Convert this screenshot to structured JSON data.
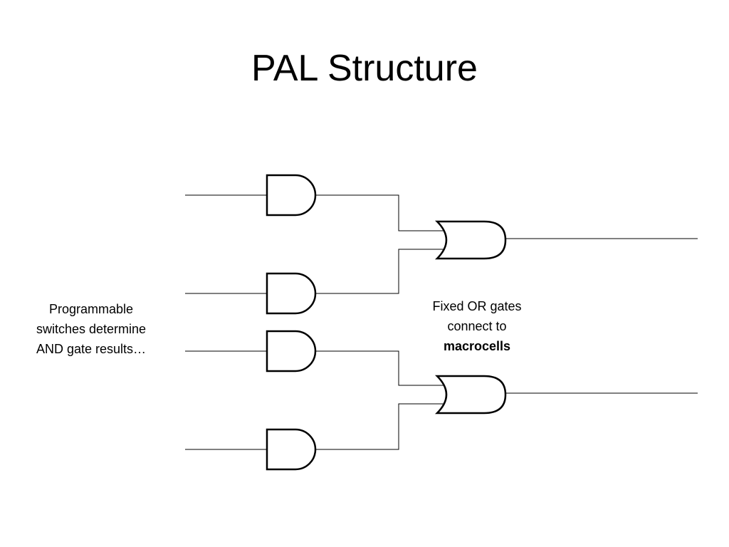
{
  "slide": {
    "title": "PAL Structure"
  },
  "annotations": {
    "programmable_note": {
      "lines": [
        "Programmable",
        "switches determine",
        "AND gate results…"
      ]
    },
    "fixed_or_note": {
      "lines": [
        "Fixed OR gates",
        "connect to"
      ],
      "emphasis": "macrocells"
    }
  },
  "diagram": {
    "and_gates": 4,
    "or_gates": 2,
    "stroke_color": "#000000"
  }
}
